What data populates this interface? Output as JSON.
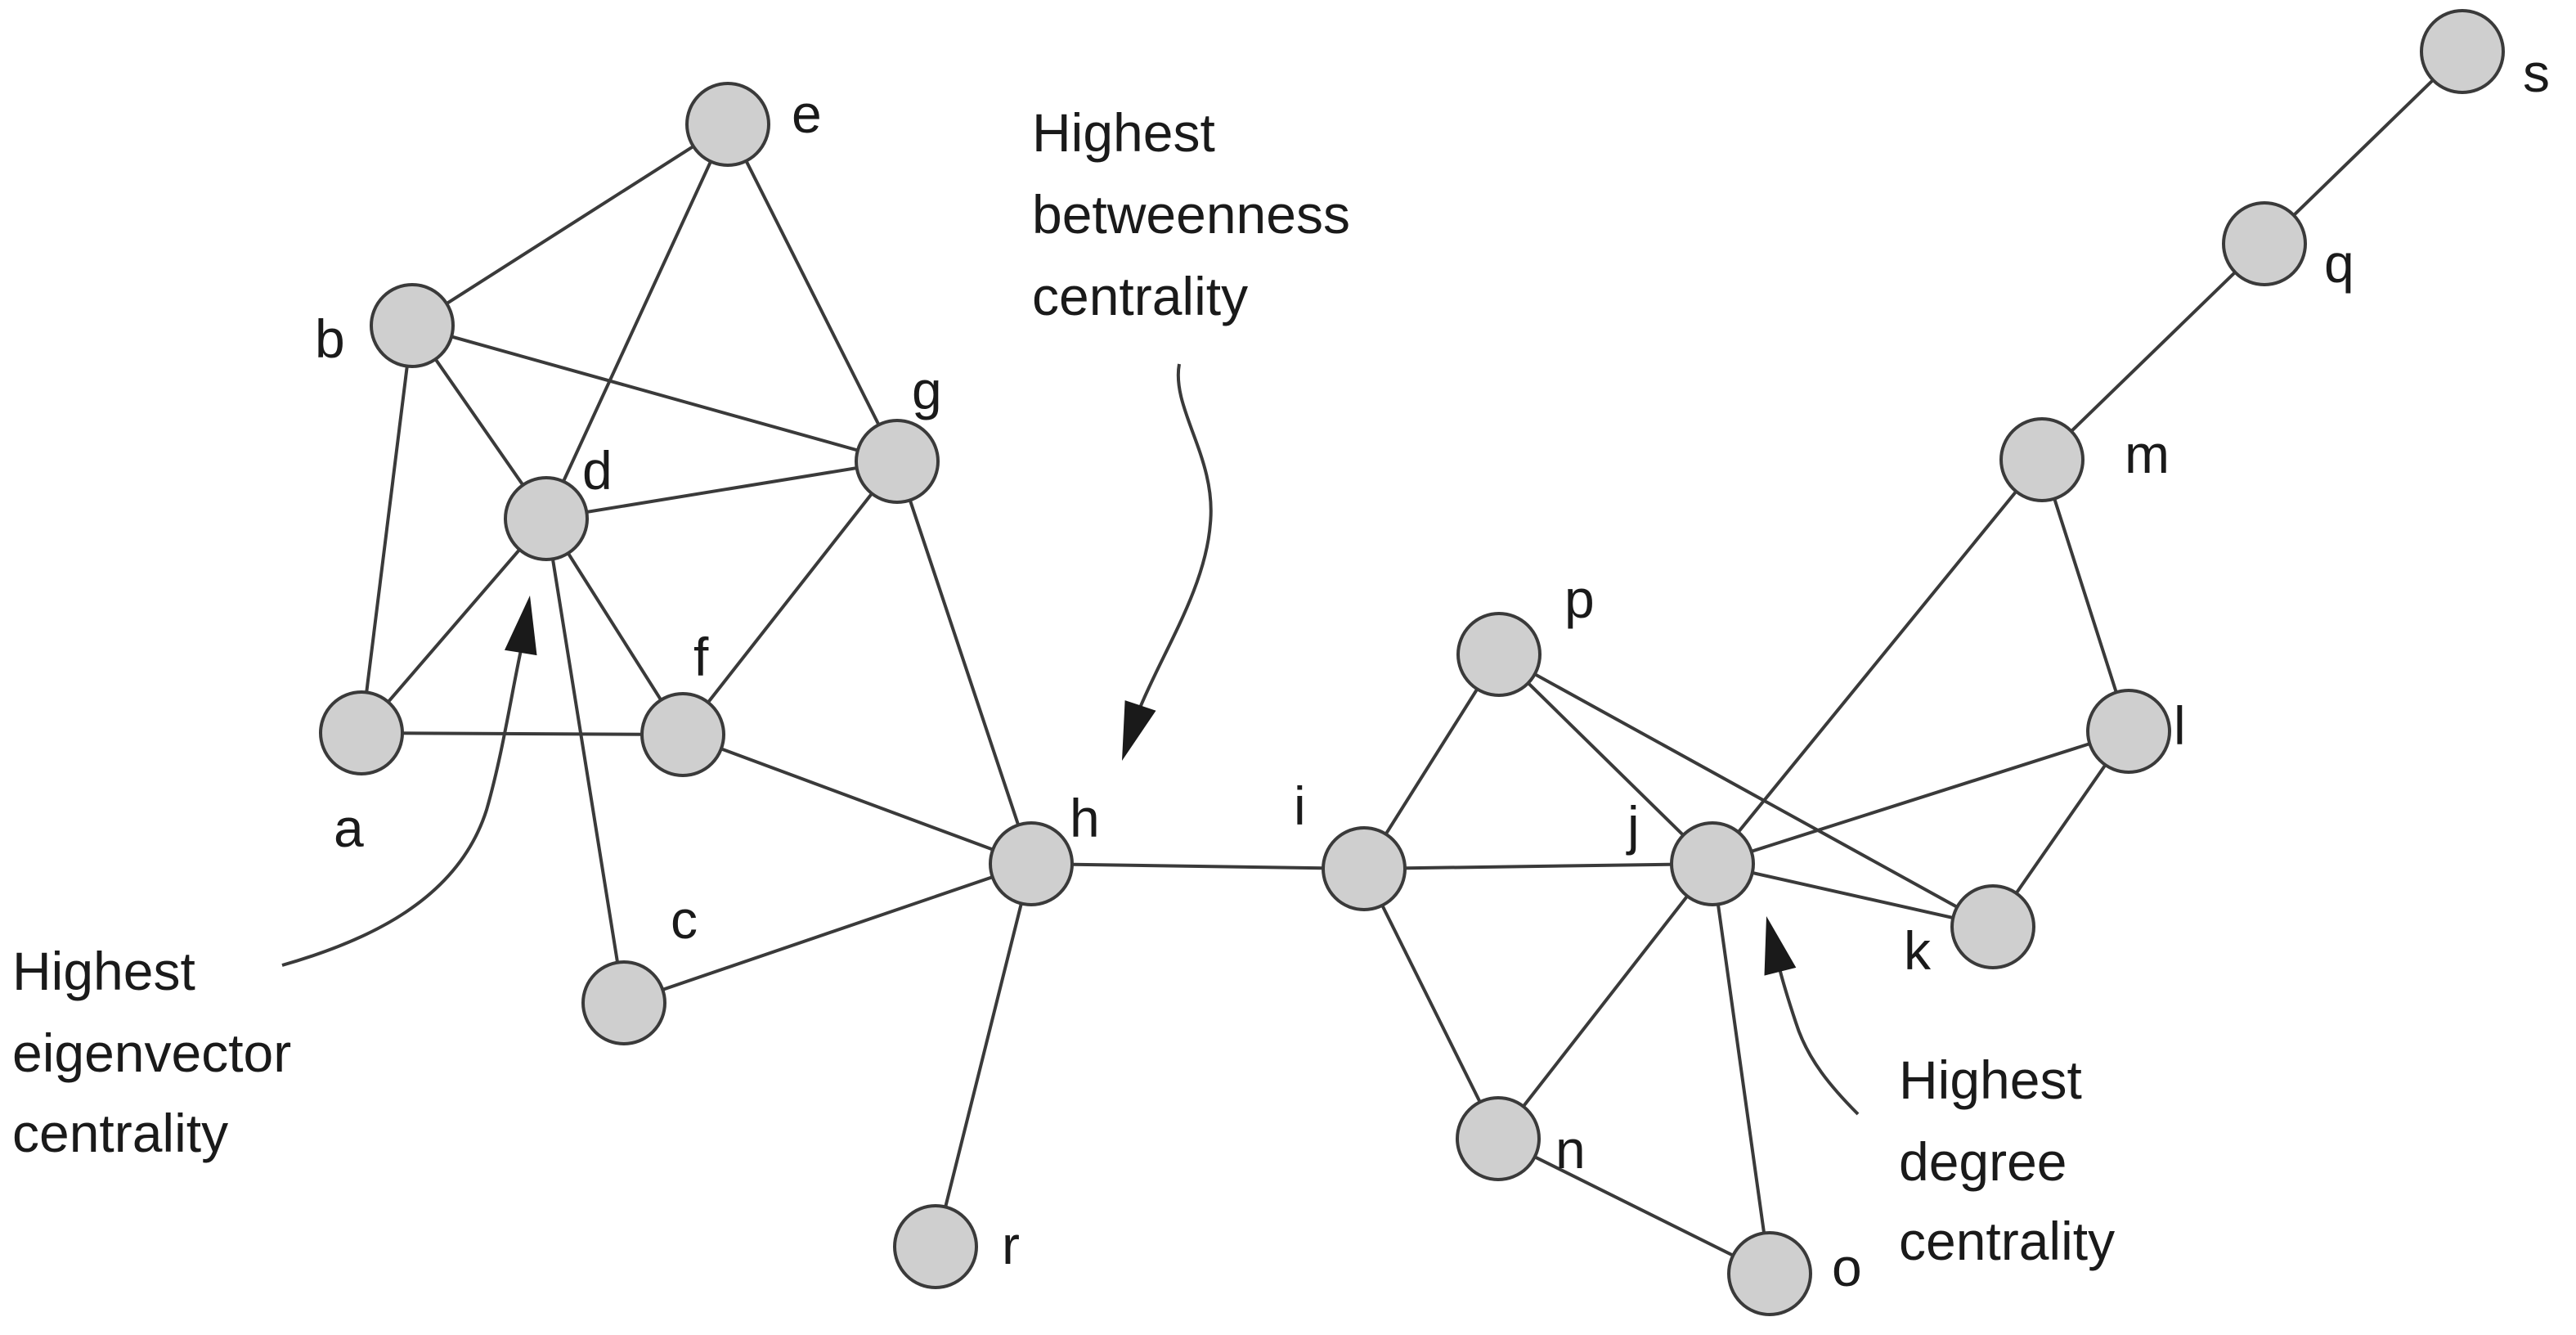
{
  "nodes": [
    {
      "id": "a",
      "label": "a"
    },
    {
      "id": "b",
      "label": "b"
    },
    {
      "id": "c",
      "label": "c"
    },
    {
      "id": "d",
      "label": "d"
    },
    {
      "id": "e",
      "label": "e"
    },
    {
      "id": "f",
      "label": "f"
    },
    {
      "id": "g",
      "label": "g"
    },
    {
      "id": "h",
      "label": "h"
    },
    {
      "id": "i",
      "label": "i"
    },
    {
      "id": "j",
      "label": "j"
    },
    {
      "id": "k",
      "label": "k"
    },
    {
      "id": "l",
      "label": "l"
    },
    {
      "id": "m",
      "label": "m"
    },
    {
      "id": "n",
      "label": "n"
    },
    {
      "id": "o",
      "label": "o"
    },
    {
      "id": "p",
      "label": "p"
    },
    {
      "id": "q",
      "label": "q"
    },
    {
      "id": "r",
      "label": "r"
    },
    {
      "id": "s",
      "label": "s"
    }
  ],
  "edges": [
    [
      "e",
      "b"
    ],
    [
      "e",
      "d"
    ],
    [
      "e",
      "g"
    ],
    [
      "b",
      "d"
    ],
    [
      "b",
      "g"
    ],
    [
      "b",
      "a"
    ],
    [
      "d",
      "g"
    ],
    [
      "d",
      "a"
    ],
    [
      "d",
      "f"
    ],
    [
      "d",
      "c"
    ],
    [
      "g",
      "f"
    ],
    [
      "g",
      "h"
    ],
    [
      "a",
      "f"
    ],
    [
      "f",
      "h"
    ],
    [
      "c",
      "h"
    ],
    [
      "h",
      "r"
    ],
    [
      "h",
      "i"
    ],
    [
      "i",
      "j"
    ],
    [
      "i",
      "p"
    ],
    [
      "i",
      "n"
    ],
    [
      "p",
      "j"
    ],
    [
      "p",
      "k"
    ],
    [
      "j",
      "k"
    ],
    [
      "j",
      "l"
    ],
    [
      "j",
      "m"
    ],
    [
      "j",
      "n"
    ],
    [
      "j",
      "o"
    ],
    [
      "n",
      "o"
    ],
    [
      "l",
      "k"
    ],
    [
      "l",
      "m"
    ],
    [
      "m",
      "q"
    ],
    [
      "q",
      "s"
    ]
  ],
  "annotations": {
    "betweenness": [
      "Highest",
      "betweenness",
      "centrality"
    ],
    "eigenvector": [
      "Highest",
      "eigenvector",
      "centrality"
    ],
    "degree": [
      "Highest",
      "degree",
      "centrality"
    ]
  }
}
